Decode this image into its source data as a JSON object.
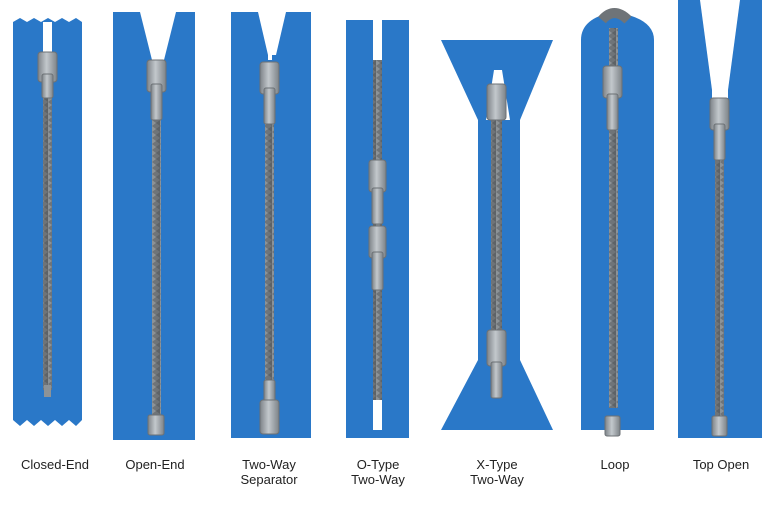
{
  "colors": {
    "tape": "#2a78c8",
    "tape_shade": "#1f63ad",
    "teeth": "#6f7478",
    "teeth_light": "#9aa0a4",
    "slider": "#a7adb2",
    "slider_dark": "#6c7175",
    "caption_text": "#222222"
  },
  "zippers": [
    {
      "id": "closed-end",
      "icon": "closed-end-zipper",
      "label_lines": [
        "Closed-End"
      ]
    },
    {
      "id": "open-end",
      "icon": "open-end-zipper",
      "label_lines": [
        "Open-End"
      ]
    },
    {
      "id": "two-way-separator",
      "icon": "two-way-separator-zipper",
      "label_lines": [
        "Two-Way",
        "Separator"
      ]
    },
    {
      "id": "o-type-two-way",
      "icon": "o-type-two-way-zipper",
      "label_lines": [
        "O-Type",
        "Two-Way"
      ]
    },
    {
      "id": "x-type-two-way",
      "icon": "x-type-two-way-zipper",
      "label_lines": [
        "X-Type",
        "Two-Way"
      ]
    },
    {
      "id": "loop",
      "icon": "loop-zipper",
      "label_lines": [
        "Loop"
      ]
    },
    {
      "id": "top-open",
      "icon": "top-open-zipper",
      "label_lines": [
        "Top Open"
      ]
    }
  ]
}
